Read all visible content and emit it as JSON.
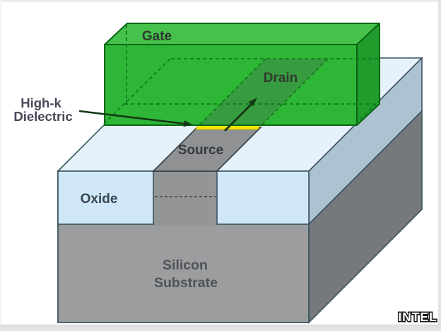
{
  "labels": {
    "gate": "Gate",
    "drain": "Drain",
    "source": "Source",
    "oxide": "Oxide",
    "high_k": {
      "line1": "High-k",
      "line2": "Dielectric"
    },
    "substrate": {
      "line1": "Silicon",
      "line2": "Substrate"
    },
    "watermark": "INTEL"
  },
  "colors": {
    "background": "#ffffff",
    "gate_front": "#2eb737",
    "gate_top": "#45c24b",
    "gate_side": "#209c2d",
    "gate_edge": "#0a6614",
    "gate_hidden_dash": "#117a1d",
    "gate_fin_shade": "rgba(75,95,85,0.30)",
    "substrate_top": "#e6f2fb",
    "oxide_front": "#cfe7f7",
    "oxide_side": "#adc3d1",
    "substrate_front": "#9c9d9e",
    "substrate_side": "#75797d",
    "fin_top": "#8f9193",
    "fin_front": "#939597",
    "high_k_layer": "#f2e600",
    "arrow": "#143914",
    "label_on_green": "#2f3a2f",
    "label_substrate": "#4f5256",
    "label_high_k": "#49495a",
    "label_oxide": "#3a464e",
    "label_source": "#36393e",
    "frame": "#e2e2e2"
  }
}
